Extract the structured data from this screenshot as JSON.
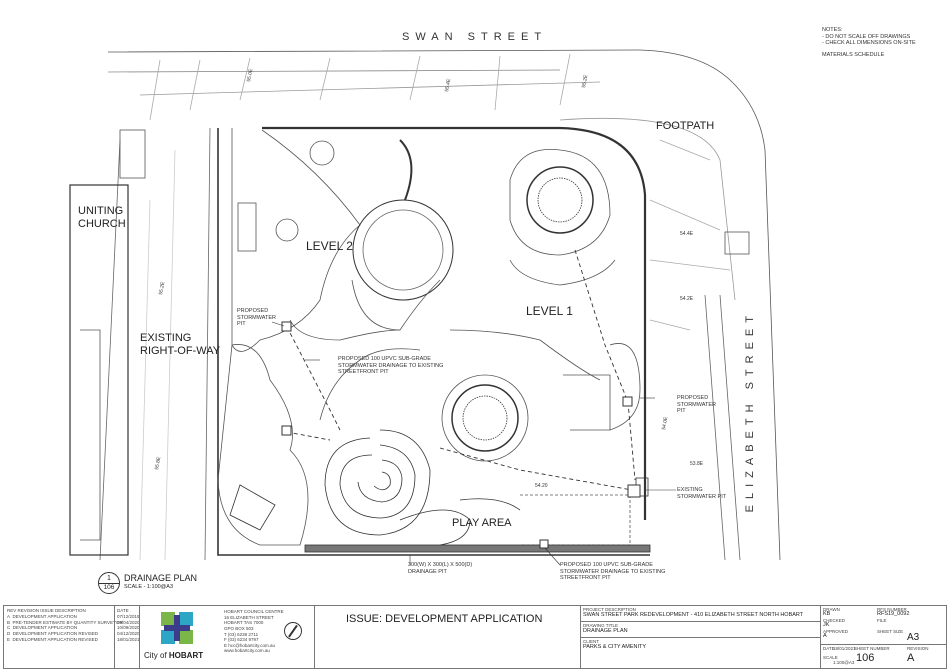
{
  "streets": {
    "swan": "SWAN   STREET",
    "elizabeth": "ELIZABETH   STREET"
  },
  "labels": {
    "uniting_church": [
      "UNITING",
      "CHURCH"
    ],
    "existing_row": [
      "EXISTING",
      "RIGHT-OF-WAY"
    ],
    "level2": "LEVEL 2",
    "level1": "LEVEL 1",
    "footpath": "FOOTPATH",
    "play_area": "PLAY AREA"
  },
  "callouts": {
    "stormwater_pit_left": [
      "PROPOSED",
      "STORMWATER",
      "PIT"
    ],
    "drainage_top": [
      "PROPOSED 100 UPVC SUB-GRADE",
      "STORMWATER DRAINAGE TO EXISTING",
      "STREETFRONT PIT"
    ],
    "stormwater_pit_right": [
      "PROPOSED",
      "STORMWATER",
      "PIT"
    ],
    "existing_pit": [
      "EXISTING",
      "STORMWATER  PIT"
    ],
    "drainage_pit": [
      "300(W) X 300(L) X 500(D)",
      "DRAINAGE PIT"
    ],
    "drainage_bottom": [
      "PROPOSED 100 UPVC SUB-GRADE",
      "STORMWATER DRAINAGE TO EXISTING",
      "STREETFRONT PIT"
    ]
  },
  "levels_marks": [
    "55.0E",
    "55.4E",
    "55.2E",
    "55.2E",
    "54.4E",
    "54.2E",
    "54.0E",
    "53.8E",
    "54.20",
    "55.8E"
  ],
  "notes": {
    "title": "NOTES:",
    "items": [
      "- DO NOT SCALE OFF DRAWINGS",
      "- CHECK ALL DIMENSIONS ON-SITE"
    ],
    "materials": "MATERIALS SCHEDULE"
  },
  "drawing_ref": {
    "number": "1",
    "sheet": "106",
    "title": "DRAINAGE PLAN",
    "scale": "SCALE - 1:100@A3"
  },
  "title_block": {
    "revisions_header": "REV  REVISION ISSUE DESCRIPTION",
    "revisions": [
      {
        "rev": "A",
        "desc": "DEVELOPMENT APPLICATION"
      },
      {
        "rev": "B",
        "desc": "PRE-TENDER ESTIMATE BY QUANTITY SURVEYOR"
      },
      {
        "rev": "C",
        "desc": "DEVELOPMENT APPLICATION"
      },
      {
        "rev": "D",
        "desc": "DEVELOPMENT APPLICATION REVISED"
      },
      {
        "rev": "E",
        "desc": "DEVELOPMENT APPLICATION REVISED"
      }
    ],
    "date_header": "DATE",
    "dates": [
      "07/12/2019",
      "09/04/2020",
      "10/09/2020",
      "04/12/2020",
      "18/01/2021"
    ],
    "council": [
      "HOBART COUNCIL CENTRE",
      "16 ELIZABETH STREET",
      "HOBART TAS 7000",
      "GPO BOX 503",
      "T (03) 6238 2711",
      "F (03) 6234 9797",
      "E hcc@hobartcity.com.au",
      "www.hobartcity.com.au"
    ],
    "logo_text_a": "City of",
    "logo_text_b": "HOBART",
    "issue": "ISSUE: DEVELOPMENT APPLICATION",
    "project_label": "PROJECT DESCRIPTION",
    "project": "SWAN STREET PARK REDEVELOPMENT - 410 ELIZABETH STREET NORTH HOBART",
    "drawing_title_label": "DRAWING TITLE",
    "drawing_title": "DRAINAGE PLAN",
    "client_label": "CLIENT",
    "client": "PARKS & CITY AMENITY",
    "drawn_label": "DRAWN",
    "drawn": "KB",
    "checked_label": "CHECKED",
    "checked": "JK",
    "approved_label": "APPROVED",
    "approved": "A",
    "rfs_label": "RFS NUMBER",
    "rfs": "RFS19_0092",
    "file_label": "FILE",
    "sheet_size_label": "SHEET SIZE",
    "sheet_size": "A3",
    "date_label": "DATE",
    "date": "18/01/2021",
    "scale_label": "SCALE",
    "scale": "1:100@A3",
    "sheet_number_label": "SHEET NUMBER",
    "sheet_number": "106",
    "revision_label": "REVISION",
    "revision": "A"
  }
}
